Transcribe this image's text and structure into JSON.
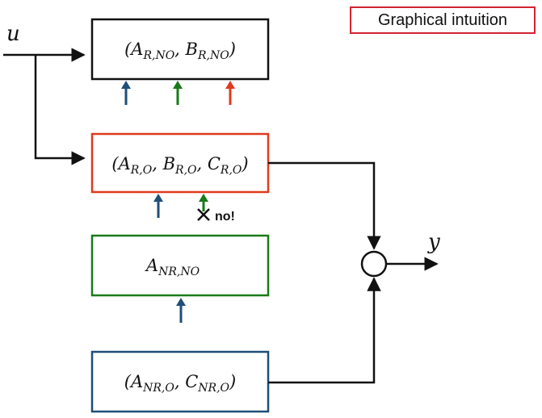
{
  "badge": {
    "text": "Graphical intuition",
    "border_color": "#d4232f"
  },
  "signals": {
    "input": "u",
    "output": "y"
  },
  "blocks": {
    "r_no": {
      "label": {
        "open": "(A",
        "sub1": "R,NO",
        "mid": ", B",
        "sub2": "R,NO",
        "close": ")"
      },
      "color": "#111111",
      "arrows": [
        "#1f4e79",
        "#1a7a1a",
        "#e03a1e"
      ]
    },
    "r_o": {
      "label": {
        "open": "(A",
        "sub1": "R,O",
        "mid": ", B",
        "sub2": "R,O",
        "mid2": ", C",
        "sub3": "R,O",
        "close": ")"
      },
      "color": "#e03a1e",
      "arrows": [
        "#1f4e79",
        "#1a7a1a"
      ],
      "blocked_note": "no!"
    },
    "nr_no": {
      "label": {
        "open": "A",
        "sub1": "NR,NO"
      },
      "color": "#1a7a1a",
      "arrows": [
        "#1f4e79"
      ]
    },
    "nr_o": {
      "label": {
        "open": "(A",
        "sub1": "NR,O",
        "mid": ", C",
        "sub2": "NR,O",
        "close": ")"
      },
      "color": "#1f4e79"
    }
  }
}
